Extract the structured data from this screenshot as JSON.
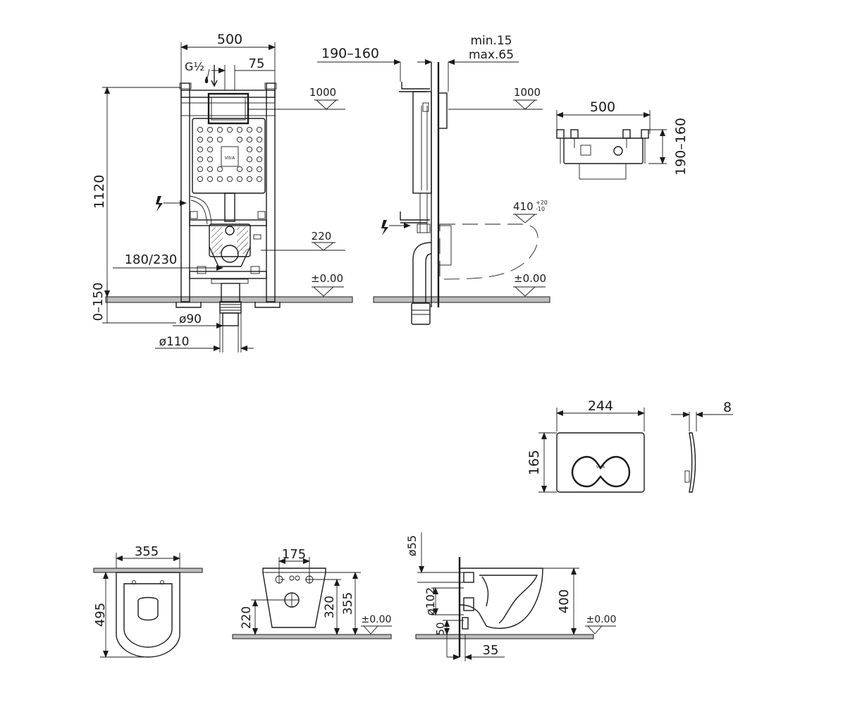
{
  "frame_front": {
    "width": "500",
    "g_label": "G½",
    "offset_75": "75",
    "height": "1120",
    "floor_range": "0–150",
    "drain_range": "180/230",
    "pipe_d90": "ø90",
    "pipe_d110": "ø110",
    "level_1000": "1000",
    "level_220": "220",
    "level_zero": "±0.00",
    "brand": "VitrA"
  },
  "frame_side": {
    "depth": "190–160",
    "min": "min.15",
    "max": "max.65",
    "level_1000": "1000",
    "bowl_height": "410",
    "bowl_tol_plus": "+20",
    "bowl_tol_minus": "-10",
    "level_zero": "±0.00"
  },
  "frame_top": {
    "width": "500",
    "depth": "190–160"
  },
  "flush_plate": {
    "width": "244",
    "height": "165",
    "thickness": "8",
    "brand": "VitrA"
  },
  "wc_top": {
    "width": "355",
    "length": "495"
  },
  "wc_back": {
    "bolt_spacing": "175",
    "height_220": "220",
    "height_320": "320",
    "height_355": "355",
    "level_zero": "±0.00"
  },
  "wc_side": {
    "inlet": "ø55",
    "outlet": "ø102",
    "dim_50": "50",
    "dim_35": "35",
    "height": "400",
    "level_zero": "±0.00"
  }
}
